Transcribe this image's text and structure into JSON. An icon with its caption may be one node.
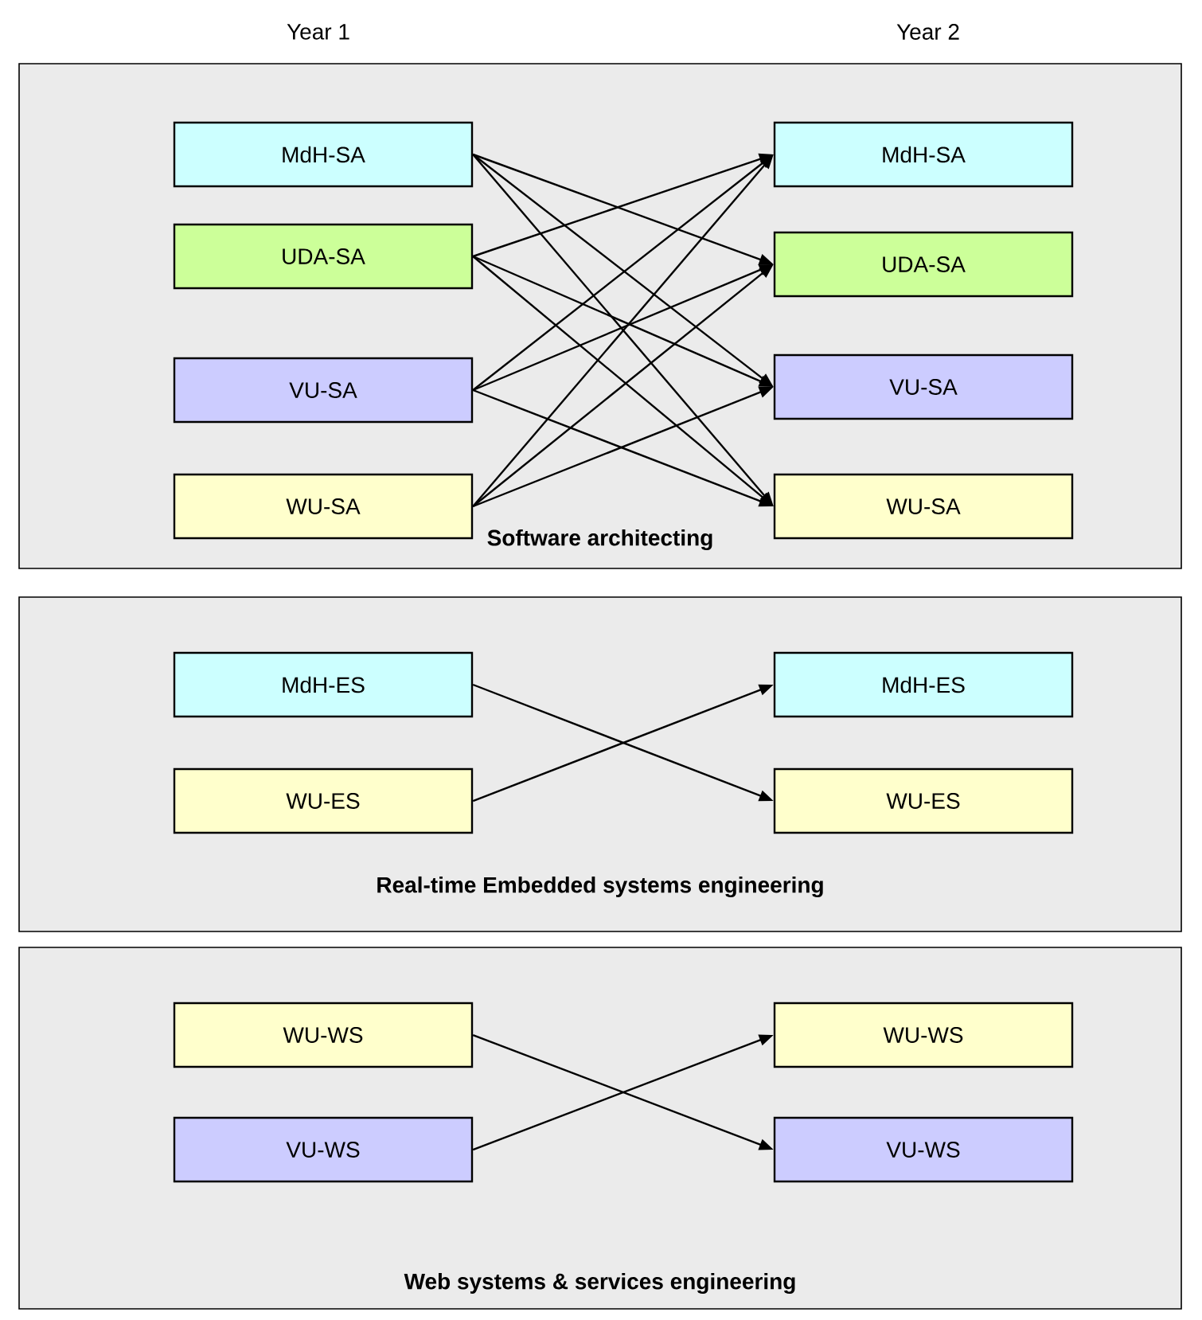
{
  "diagram": {
    "nodes": [
      {
        "text": [
          "Software architecting"
        ]
      },
      {
        "text": [
          "MdH-SA"
        ],
        "in": 0
      },
      {
        "text": [
          "UDA-SA"
        ],
        "in": 0
      },
      {
        "text": [
          "VU-SA"
        ],
        "in": 0
      },
      {
        "text": [
          "WU-SA"
        ],
        "in": 0
      },
      {
        "text": [
          "MdH-SA"
        ],
        "in": 0
      },
      {
        "text": [
          "UDA-SA"
        ],
        "in": 0
      },
      {
        "text": [
          "VU-SA"
        ],
        "in": 0
      },
      {
        "text": [
          "WU-SA"
        ],
        "in": 0
      },
      {
        "text": [
          "Real-time Embedded systems engineering"
        ]
      },
      {
        "text": [
          "MdH-ES"
        ],
        "in": 9
      },
      {
        "text": [
          "WU-ES"
        ],
        "in": 9
      },
      {
        "text": [
          "MdH-ES"
        ],
        "in": 9
      },
      {
        "text": [
          "WU-ES"
        ],
        "in": 9
      },
      {
        "text": [
          "Web systems & services engineering"
        ]
      },
      {
        "text": [
          "WU-WS"
        ],
        "in": 14
      },
      {
        "text": [
          "VU-WS"
        ],
        "in": 14
      },
      {
        "text": [
          "WU-WS"
        ],
        "in": 14
      },
      {
        "text": [
          "VU-WS"
        ],
        "in": 14
      }
    ],
    "edges": [
      {
        "from": 1,
        "to": 6,
        "arrow": "to"
      },
      {
        "from": 1,
        "to": 7,
        "arrow": "to"
      },
      {
        "from": 1,
        "to": 8,
        "arrow": "to"
      },
      {
        "from": 2,
        "to": 5,
        "arrow": "to"
      },
      {
        "from": 2,
        "to": 7,
        "arrow": "to"
      },
      {
        "from": 2,
        "to": 8,
        "arrow": "to"
      },
      {
        "from": 3,
        "to": 5,
        "arrow": "to"
      },
      {
        "from": 3,
        "to": 6,
        "arrow": "to"
      },
      {
        "from": 3,
        "to": 8,
        "arrow": "to"
      },
      {
        "from": 4,
        "to": 5,
        "arrow": "to"
      },
      {
        "from": 4,
        "to": 6,
        "arrow": "to"
      },
      {
        "from": 4,
        "to": 7,
        "arrow": "to"
      },
      {
        "from": 10,
        "to": 13,
        "arrow": "to"
      },
      {
        "from": 11,
        "to": 12,
        "arrow": "to"
      },
      {
        "from": 15,
        "to": 18,
        "arrow": "to"
      },
      {
        "from": 16,
        "to": 17,
        "arrow": "to"
      }
    ],
    "labels": [
      "Year 1",
      "Year 2"
    ]
  }
}
